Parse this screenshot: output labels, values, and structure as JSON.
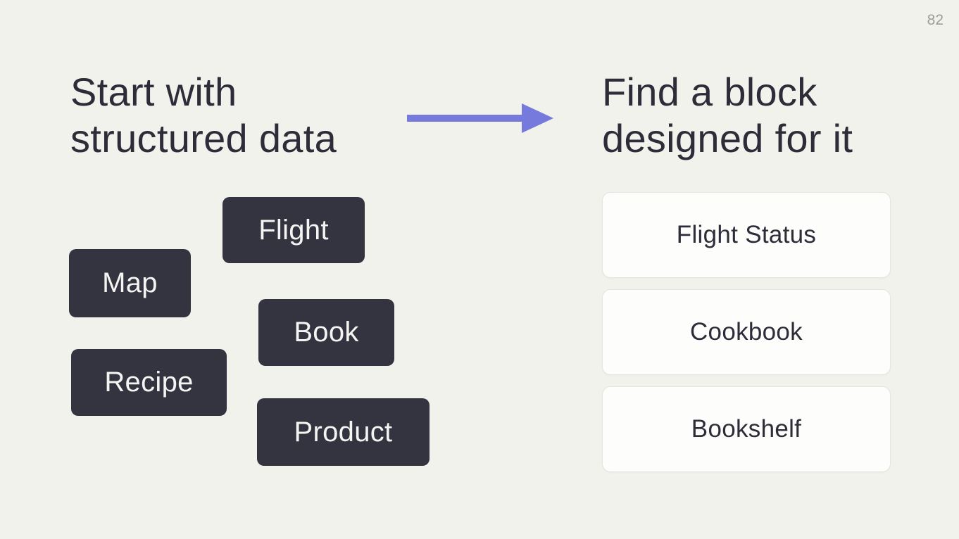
{
  "slide": {
    "page_number": "82",
    "left_heading": "Start with\nstructured data",
    "right_heading": "Find a block\ndesigned for it",
    "tags": [
      {
        "label": "Flight"
      },
      {
        "label": "Map"
      },
      {
        "label": "Book"
      },
      {
        "label": "Recipe"
      },
      {
        "label": "Product"
      }
    ],
    "cards": [
      {
        "label": "Flight Status"
      },
      {
        "label": "Cookbook"
      },
      {
        "label": "Bookshelf"
      }
    ],
    "colors": {
      "background": "#f0f2eb",
      "heading_text": "#2d2c38",
      "tag_background": "#343340",
      "tag_text": "#f4f4f2",
      "card_background": "#fdfdfc",
      "card_border": "#e4e6df",
      "card_text": "#2d2c38",
      "arrow": "#767add",
      "page_number_text": "#9c9c9a"
    }
  }
}
